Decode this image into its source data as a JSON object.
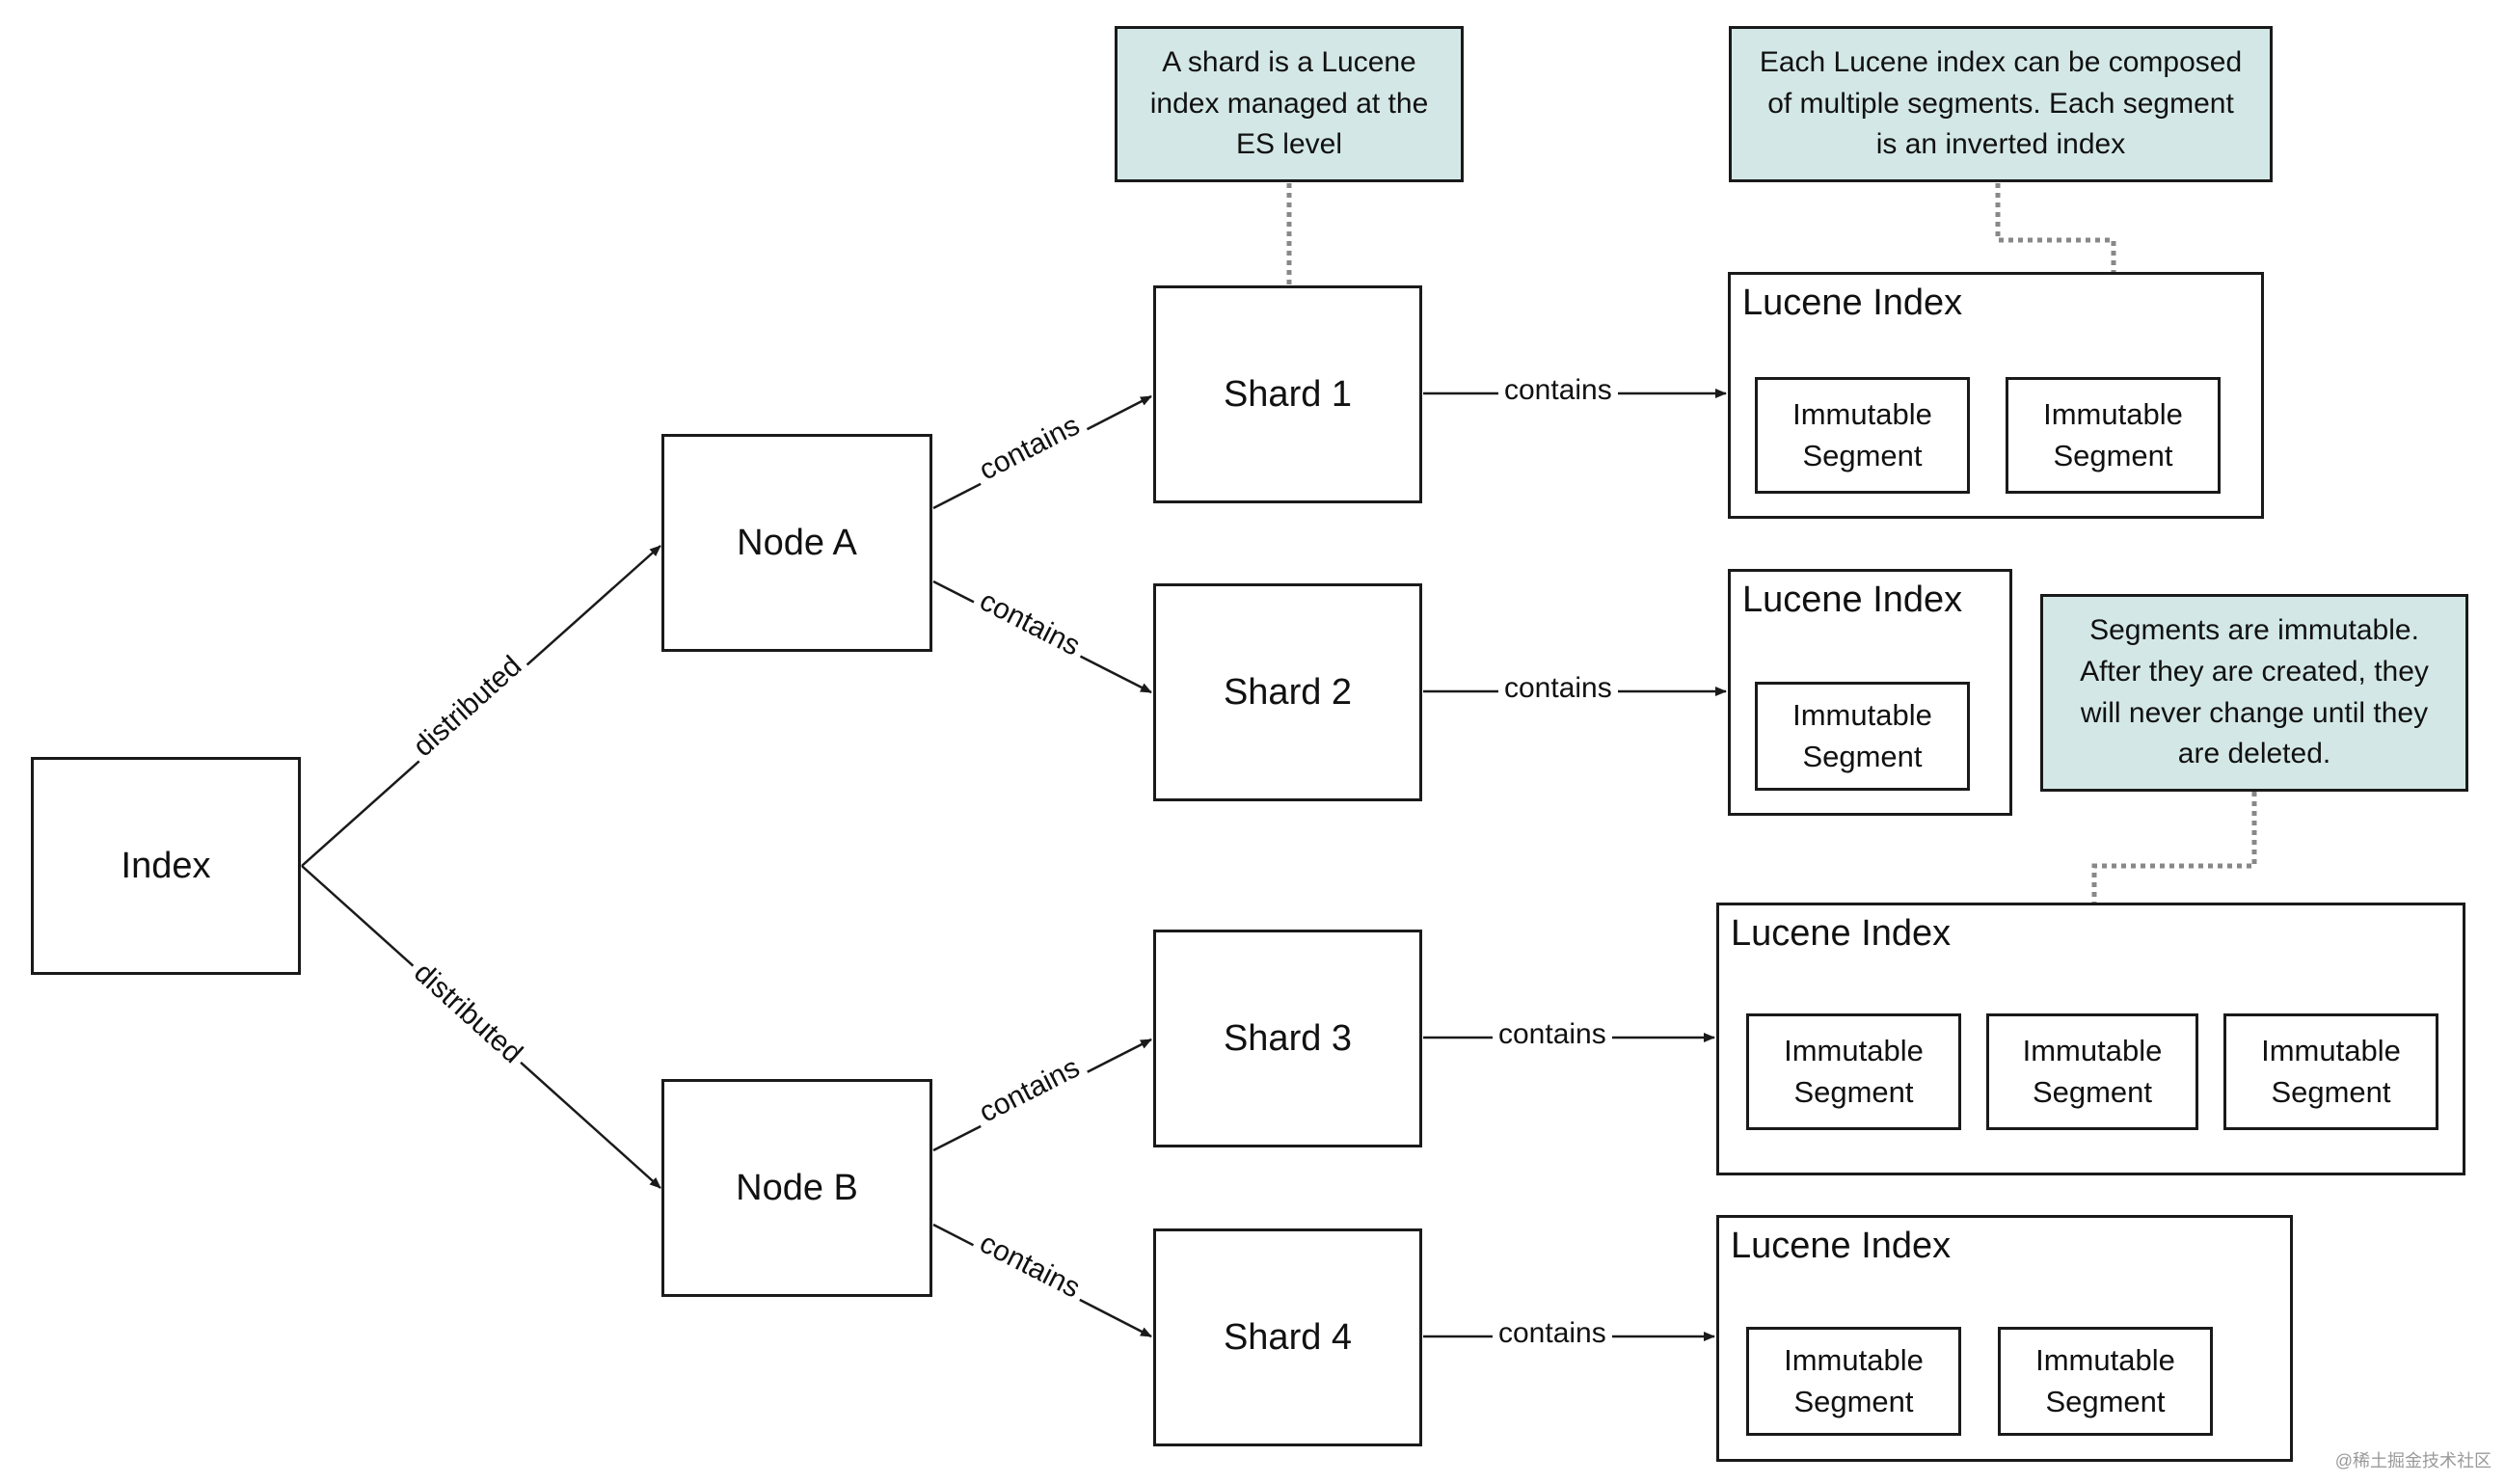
{
  "nodes": {
    "index": "Index",
    "node_a": "Node A",
    "node_b": "Node B",
    "shard_1": "Shard 1",
    "shard_2": "Shard 2",
    "shard_3": "Shard 3",
    "shard_4": "Shard 4"
  },
  "lucene_indexes": [
    {
      "title": "Lucene Index",
      "segments": [
        "Immutable\nSegment",
        "Immutable\nSegment"
      ]
    },
    {
      "title": "Lucene Index",
      "segments": [
        "Immutable\nSegment"
      ]
    },
    {
      "title": "Lucene Index",
      "segments": [
        "Immutable\nSegment",
        "Immutable\nSegment",
        "Immutable\nSegment"
      ]
    },
    {
      "title": "Lucene Index",
      "segments": [
        "Immutable\nSegment",
        "Immutable\nSegment"
      ]
    }
  ],
  "edge_labels": {
    "distributed_a": "distributed",
    "distributed_b": "distributed",
    "node_a_shard_1": "contains",
    "node_a_shard_2": "contains",
    "node_b_shard_3": "contains",
    "node_b_shard_4": "contains",
    "shard_1_lucene": "contains",
    "shard_2_lucene": "contains",
    "shard_3_lucene": "contains",
    "shard_4_lucene": "contains"
  },
  "notes": {
    "shard_note": "A shard is a Lucene\nindex managed at the\nES level",
    "lucene_note": "Each Lucene index can be composed\nof multiple segments. Each segment\nis an inverted index",
    "segment_note": "Segments are immutable.\nAfter they are created, they\nwill never change until they\nare deleted."
  },
  "colors": {
    "note_fill": "#d3e8e6",
    "stroke": "#1a1a1a",
    "dotted_connector": "#888888"
  },
  "watermark": "@稀土掘金技术社区"
}
